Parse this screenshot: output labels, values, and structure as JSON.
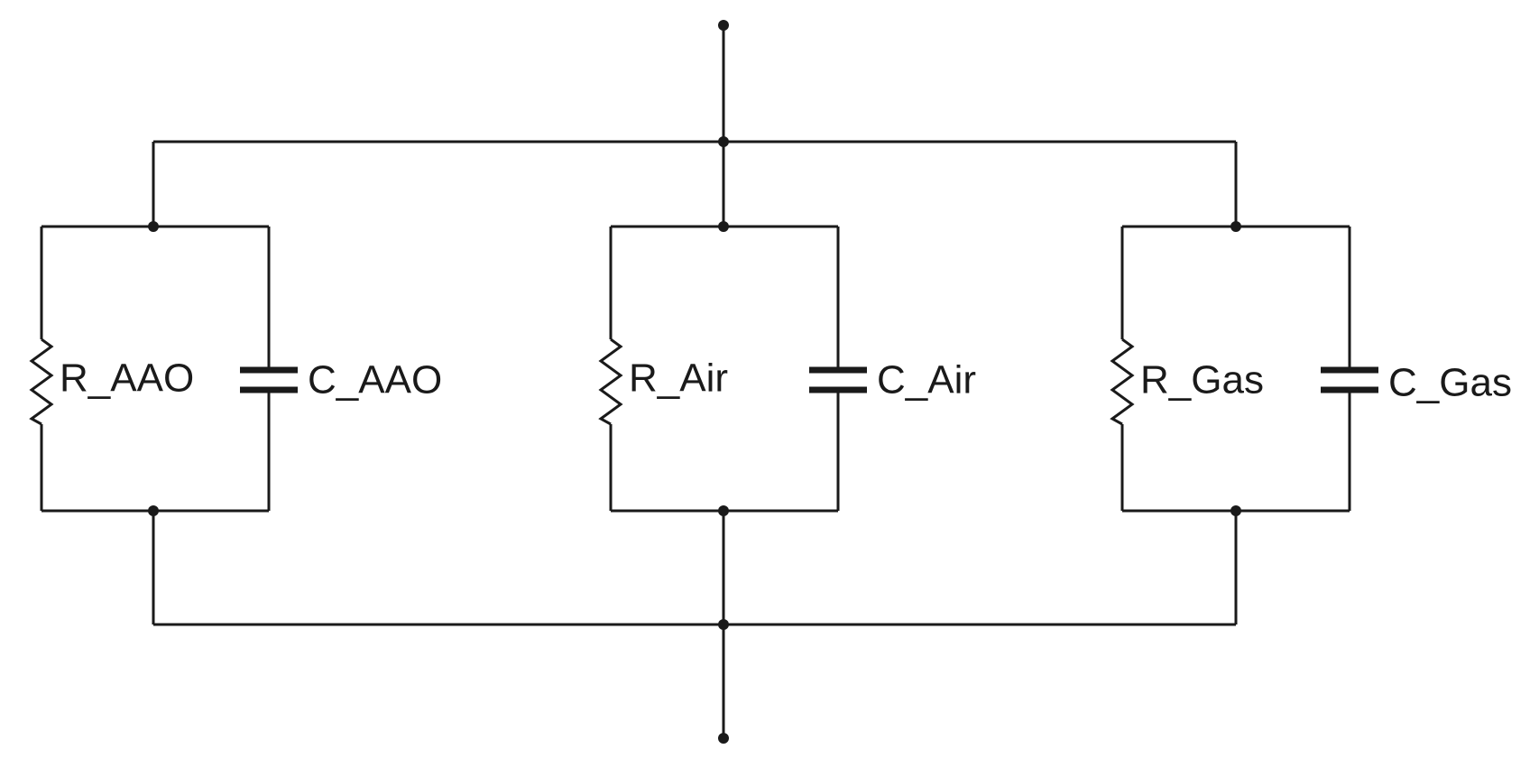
{
  "diagram": {
    "type": "circuit-schematic",
    "topology": "three parallel RC branches connected in parallel between a top terminal and a bottom terminal",
    "branches": [
      {
        "resistor_label": "R_AAO",
        "capacitor_label": "C_AAO"
      },
      {
        "resistor_label": "R_Air",
        "capacitor_label": "C_Air"
      },
      {
        "resistor_label": "R_Gas",
        "capacitor_label": "C_Gas"
      }
    ]
  }
}
